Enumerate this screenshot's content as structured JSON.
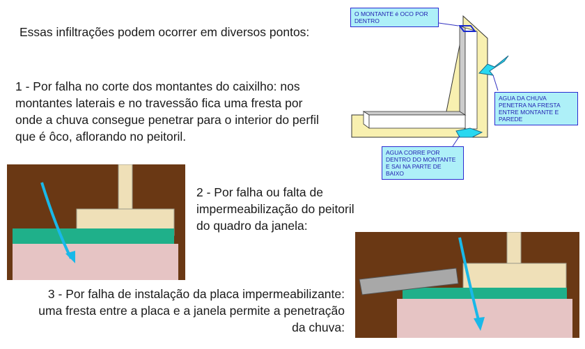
{
  "intro": "Essas infiltrações podem ocorrer em diversos pontos:",
  "point1": "1 - Por falha no corte dos montantes do caixilho: nos montantes laterais e no travessão fica uma fresta por onde a chuva consegue penetrar para o interior do perfil que é ôco, aflorando no peitoril.",
  "point2": "2 - Por falha ou falta de impermeabilização do peitoril do quadro da janela:",
  "point3": "3 - Por falha de instalação da placa impermeabilizante: uma fresta entre a placa e a janela permite a penetração da chuva:",
  "diagram": {
    "callout_hollow": "O MONTANTE é OCO POR DENTRO",
    "callout_rain": "AGUA DA CHUVA PENETRA NA FRESTA ENTRE MONTANTE E PAREDE",
    "callout_flow": "AGUA CORRE POR DENTRO DO MONTANTE E SAI NA PARTE DE BAIXO"
  },
  "colors": {
    "brown": "#6a3814",
    "green": "#1fb08a",
    "pink": "#e6c4c4",
    "beige": "#f0e0b0",
    "arrow": "#19b8e8"
  }
}
